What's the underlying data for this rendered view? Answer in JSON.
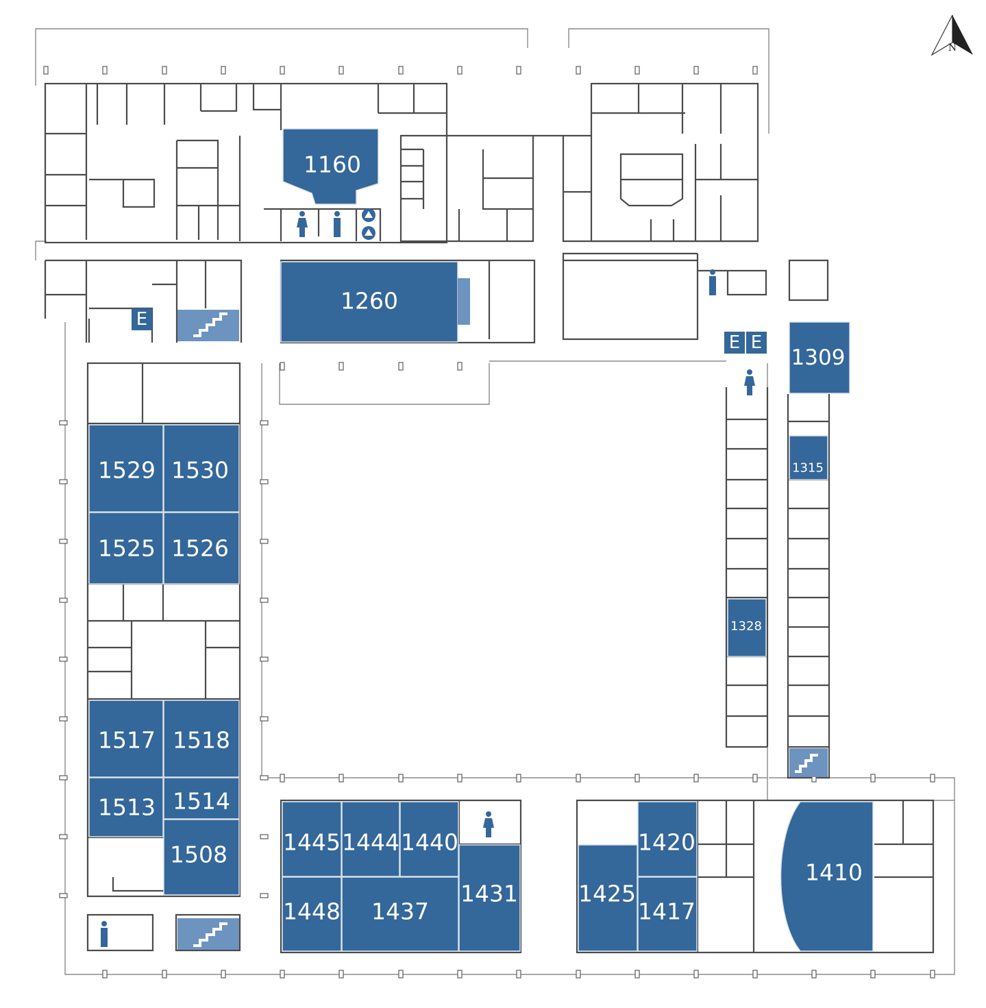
{
  "compass": {
    "label": "N"
  },
  "rooms": {
    "r1160": "1160",
    "r1260": "1260",
    "r1309": "1309",
    "r1315": "1315",
    "r1328": "1328",
    "r1529": "1529",
    "r1530": "1530",
    "r1525": "1525",
    "r1526": "1526",
    "r1517": "1517",
    "r1518": "1518",
    "r1513": "1513",
    "r1514": "1514",
    "r1508": "1508",
    "r1445": "1445",
    "r1444": "1444",
    "r1440": "1440",
    "r1448": "1448",
    "r1437": "1437",
    "r1431": "1431",
    "r1425": "1425",
    "r1420": "1420",
    "r1417": "1417",
    "r1410": "1410"
  },
  "elevator": {
    "label": "E"
  },
  "colors": {
    "highlight": "#34679a",
    "stair": "#6d93bf",
    "wall": "#4a4a4a"
  },
  "icons": [
    "north-arrow-icon",
    "restroom-men-icon",
    "restroom-women-icon",
    "elevator-icon",
    "stairs-icon",
    "accessible-icon"
  ]
}
